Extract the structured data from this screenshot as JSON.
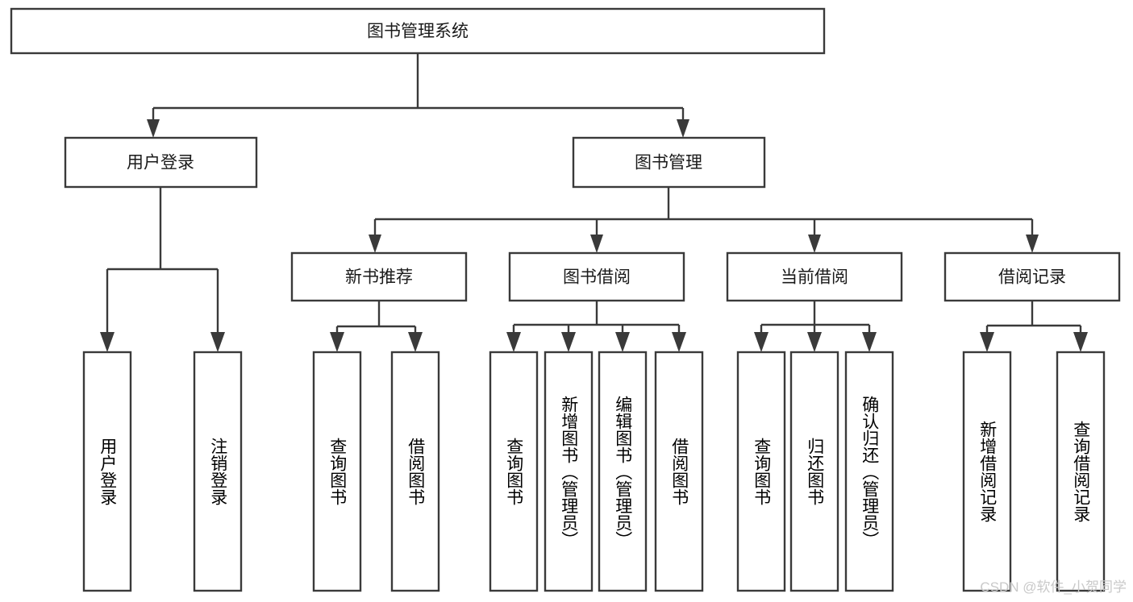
{
  "diagram": {
    "title_node": {
      "label": "图书管理系统"
    },
    "level2": [
      {
        "id": "user-login",
        "label": "用户登录"
      },
      {
        "id": "book-management",
        "label": "图书管理"
      }
    ],
    "level3": [
      {
        "id": "new-book-recommend",
        "label": "新书推荐"
      },
      {
        "id": "book-borrow",
        "label": "图书借阅"
      },
      {
        "id": "current-borrow",
        "label": "当前借阅"
      },
      {
        "id": "borrow-record",
        "label": "借阅记录"
      }
    ],
    "leaves": {
      "user-login": [
        {
          "id": "leaf-user-login",
          "label": "用户登录"
        },
        {
          "id": "leaf-logout-login",
          "label": "注销登录"
        }
      ],
      "new-book-recommend": [
        {
          "id": "leaf-query-book-1",
          "label": "查询图书"
        },
        {
          "id": "leaf-borrow-book-1",
          "label": "借阅图书"
        }
      ],
      "book-borrow": [
        {
          "id": "leaf-query-book-2",
          "label": "查询图书"
        },
        {
          "id": "leaf-add-book",
          "label": "新增图书（管理员）"
        },
        {
          "id": "leaf-edit-book",
          "label": "编辑图书（管理员）"
        },
        {
          "id": "leaf-borrow-book-2",
          "label": "借阅图书"
        }
      ],
      "current-borrow": [
        {
          "id": "leaf-query-book-3",
          "label": "查询图书"
        },
        {
          "id": "leaf-return-book",
          "label": "归还图书"
        },
        {
          "id": "leaf-confirm-return",
          "label": "确认归还（管理员）"
        }
      ],
      "borrow-record": [
        {
          "id": "leaf-add-record",
          "label": "新增借阅记录"
        },
        {
          "id": "leaf-query-record",
          "label": "查询借阅记录"
        }
      ]
    },
    "colors": {
      "stroke": "#3a3a3a",
      "fill": "#ffffff",
      "text": "#1a1a1a",
      "watermark": "#c9c9c9"
    }
  },
  "watermark": {
    "text": "CSDN @软件_小贺同学"
  }
}
